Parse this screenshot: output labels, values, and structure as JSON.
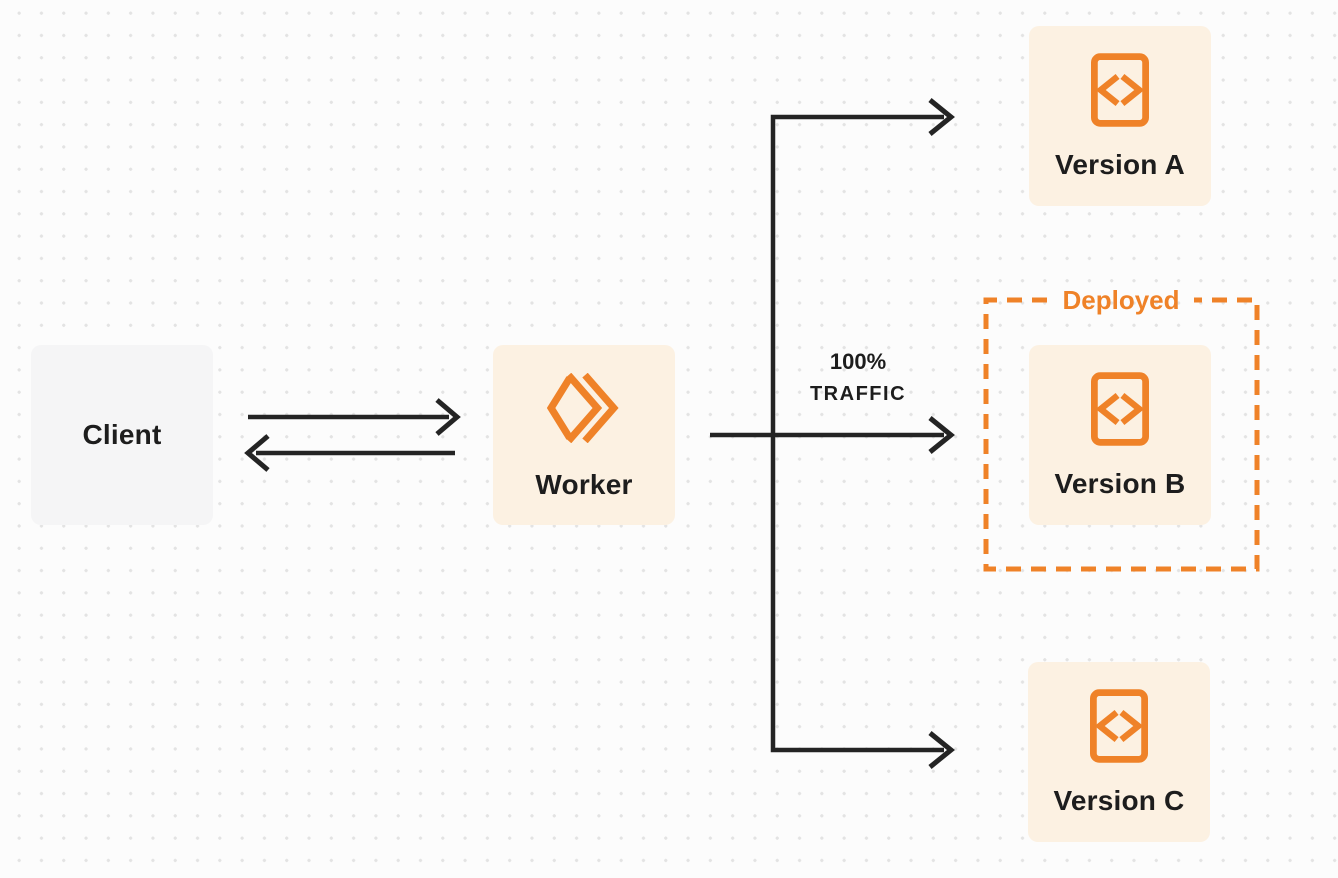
{
  "colors": {
    "bg": "#FCFCFC",
    "dots": "#E3E3E3",
    "ink": "#242424",
    "orange": "#EF8228",
    "cream": "#FCF1E2",
    "gray": "#F5F5F6",
    "text": "#1D1D1D"
  },
  "nodes": {
    "client": {
      "label": "Client"
    },
    "worker": {
      "label": "Worker"
    },
    "versions": [
      {
        "label": "Version A"
      },
      {
        "label": "Version B"
      },
      {
        "label": "Version C"
      }
    ]
  },
  "labels": {
    "deployed": "Deployed",
    "traffic_pct": "100%",
    "traffic_word": "TRAFFIC"
  }
}
